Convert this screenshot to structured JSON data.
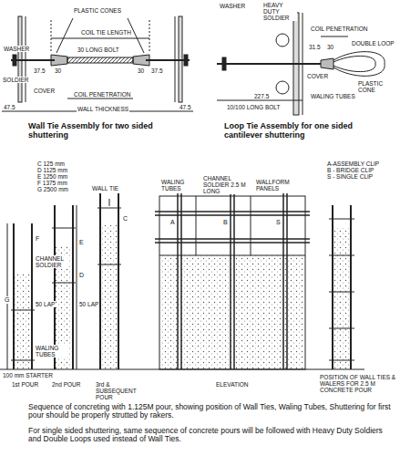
{
  "diagram": {
    "caption": "Sequence of concreting with 1.125M pour, showing position of Wall Ties, Waling Tubes, Shuttering for first pour should be properly strutted by rakers.",
    "labels": [
      "PLASTIC CONES",
      "COIL TIE LENGTH",
      "WASHER",
      "30 LONG BOLT",
      "SOLDIER",
      "COVER",
      "37.5",
      "30",
      "30",
      "37.5",
      "COIL PENETRATION",
      "WALL THICKNESS",
      "47.5",
      "47.5",
      "Wall Tie Assembly for two sided shuttering",
      "WASHER",
      "HEAVY DUTY SOLDIER",
      "COIL PENETRATION",
      "31.5",
      "30",
      "COVER",
      "DOUBLE LOOP",
      "PLASTIC CONE",
      "WALING TUBES",
      "227.5",
      "10/100 LONG BOLT",
      "Loop Tie Assembly for one sided cantilever shuttering",
      "C 125 mm",
      "D 1125 mm",
      "E 1250 mm",
      "F 1375 mm",
      "G 2500 mm",
      "A-ASSEMBLY CLIP",
      "B - BRIDGE CLIP",
      "S - SINGLE CLIP",
      "WALL TIE",
      "WALING TUBES",
      "CHANNEL SOLDIER 2.5 M LONG",
      "WALLFORM PANELS",
      "CHANNEL SOLDIER",
      "G",
      "F",
      "50 LAP",
      "WALING TUBES",
      "100 mm STARTER",
      "E",
      "D",
      "C",
      "50 LAP",
      "A",
      "B",
      "S",
      "1st POUR",
      "2nd POUR",
      "3rd & SUBSEQUENT POUR",
      "ELEVATION",
      "POSITION OF WALL TIES & WALERS FOR 2.5 M CONCRETE POUR",
      "For single sided shuttering, same sequence of concrete pours will be followed with Heavy Duty Soldiers and Double Loops used instead of Wall Ties."
    ]
  }
}
